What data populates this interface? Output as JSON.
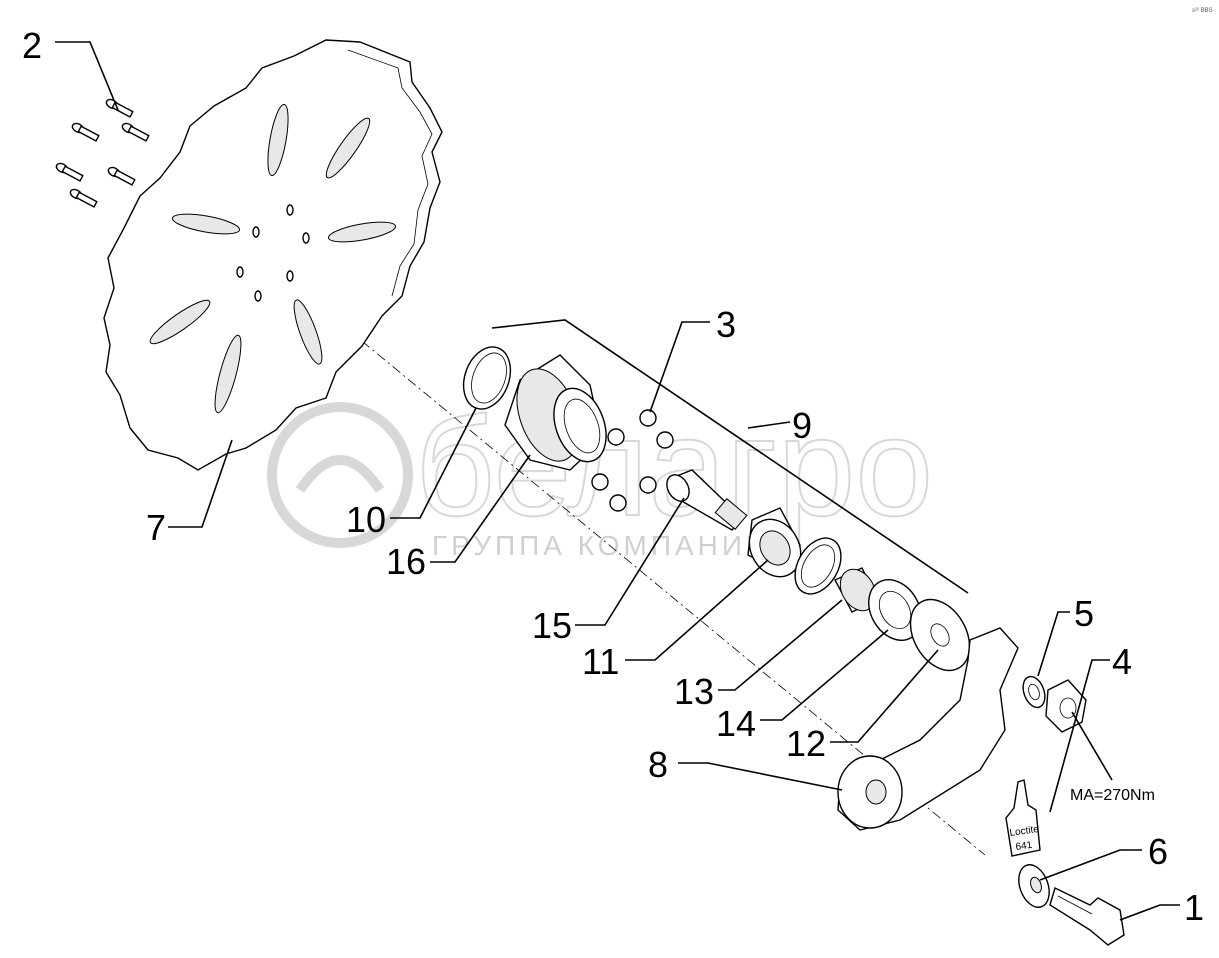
{
  "watermark": {
    "brand": "белагро",
    "subtitle": "ГРУППА КОМПАНИЙ"
  },
  "corner_mark": "s²² BBS",
  "labels": {
    "p1": "1",
    "p2": "2",
    "p3": "3",
    "p4": "4",
    "p5": "5",
    "p6": "6",
    "p7": "7",
    "p8": "8",
    "p9": "9",
    "p10": "10",
    "p11": "11",
    "p12": "12",
    "p13": "13",
    "p14": "14",
    "p15": "15",
    "p16": "16"
  },
  "torque_note": "MA=270Nm",
  "bottle": {
    "line1": "Loctite",
    "line2": "641"
  }
}
